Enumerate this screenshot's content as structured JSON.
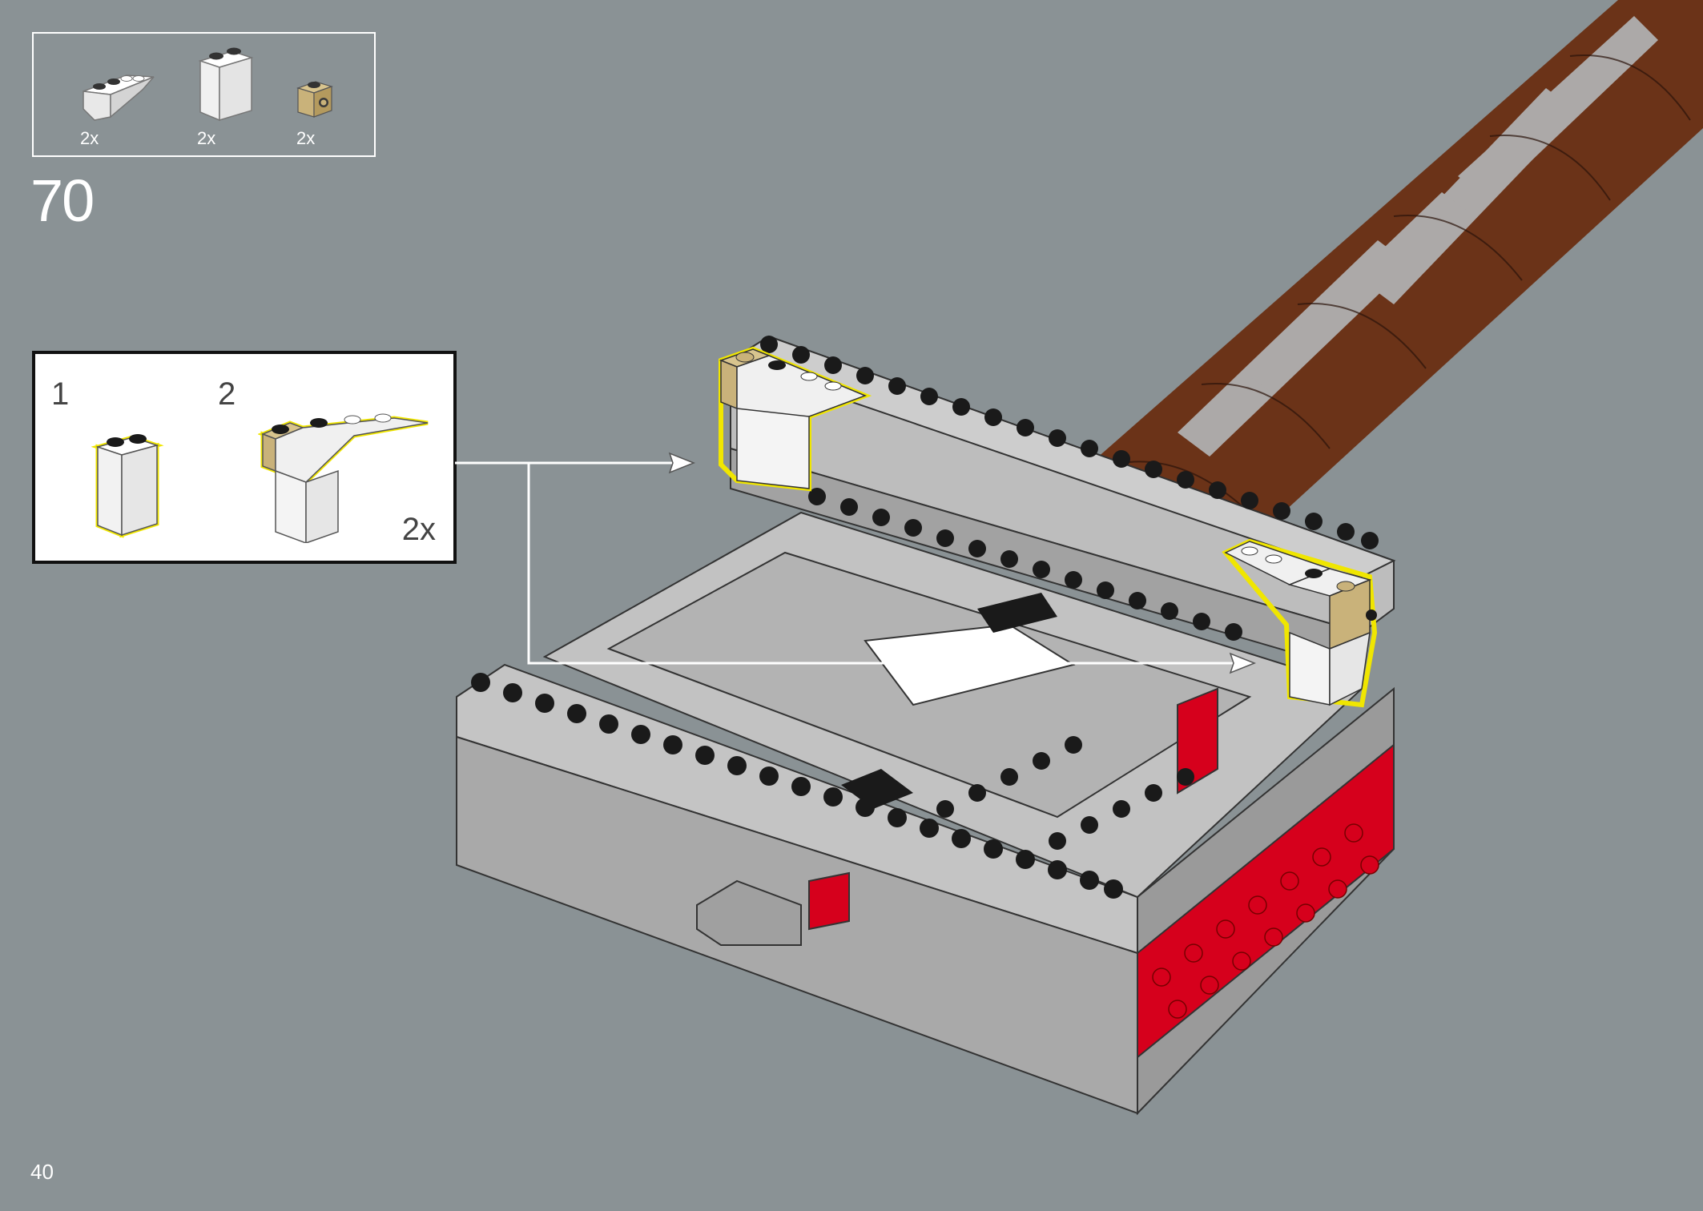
{
  "page": {
    "number": "40",
    "background": "#8a9295"
  },
  "step": {
    "number": "70"
  },
  "parts_list": [
    {
      "name": "white-inverted-slope-1x3",
      "quantity": "2x",
      "color": "#f2f2f2"
    },
    {
      "name": "white-brick-1x2x2",
      "quantity": "2x",
      "color": "#f2f2f2"
    },
    {
      "name": "tan-brick-1x1-with-stud-on-side",
      "quantity": "2x",
      "color": "#c9b27a"
    }
  ],
  "sub_step": {
    "steps": [
      {
        "number": "1"
      },
      {
        "number": "2"
      }
    ],
    "quantity": "2x",
    "highlight_color": "#f0e600"
  },
  "model": {
    "brick_color": "#a9a9a9",
    "accent_color": "#d6001c",
    "stud_color": "#1a1a1a",
    "tube_color": "#6b3318",
    "tube_stripe_color": "#b0b0b0"
  }
}
